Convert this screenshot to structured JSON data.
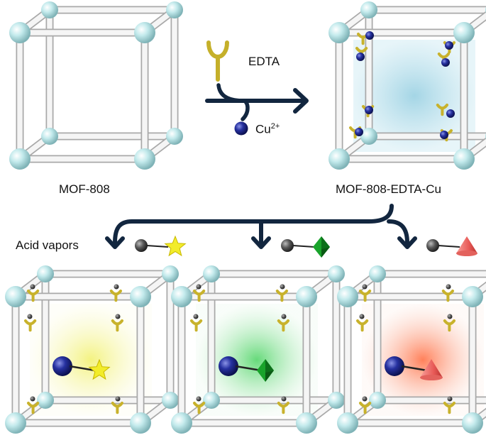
{
  "labels": {
    "mof_808": "MOF-808",
    "mof_808_edta_cu": "MOF-808-EDTA-Cu",
    "edta": "EDTA",
    "cu_base": "Cu",
    "cu_charge": "2+",
    "acid_vapors": "Acid vapors"
  },
  "colors": {
    "node": "#b9e6e8",
    "node_edge": "#7fb7bb",
    "rod": "#f3f3f3",
    "rod_edge": "#b8b8b8",
    "arrow": "#12263f",
    "ligand": "#d6c23a",
    "copper": "#1f2a8c",
    "grey_ball": "#555555",
    "star": "#f2ec2a",
    "octahedron": "#1aa52a",
    "cone": "#ec6a66",
    "glow_blue": "#a9d8e6",
    "glow_yellow": "#f1f09a",
    "glow_green": "#7fe08f",
    "glow_red": "#ff8a6a"
  },
  "icons": [
    "edta-ligand-icon",
    "copper-ion-icon",
    "star-icon",
    "octahedron-icon",
    "cone-icon",
    "mof-cage-icon",
    "reaction-arrow-icon"
  ]
}
